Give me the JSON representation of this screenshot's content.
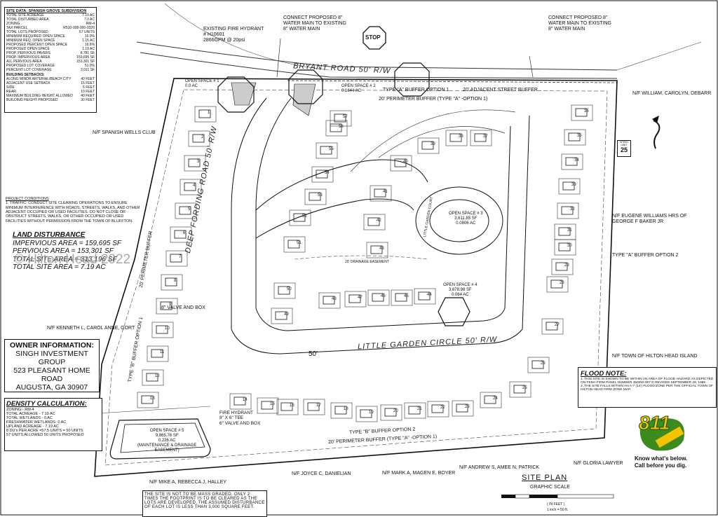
{
  "site_data": {
    "title": "SITE DATA: SPANISH GROVE SUBDIVISION",
    "rows": [
      [
        "TOTAL SITE ACREAGE",
        "7.19 AC"
      ],
      [
        "TOTAL DISTURBED AREA",
        "7.0 AC"
      ],
      [
        "ZONING",
        "RM-4"
      ],
      [
        "TAX PARCEL",
        "R510-008-000-0326"
      ],
      [
        "TOTAL LOTS PROPOSED",
        "57 UNITS"
      ],
      [
        "MINIMUM REQUIRED OPEN SPACE",
        "16.0%"
      ],
      [
        "MINIMUM REQ. OPEN SPACE",
        "1.15 AC"
      ],
      [
        "PROPOSED PERCENT OPEN SPACE",
        "16.6%"
      ],
      [
        "PROPOSED OPEN SPACE",
        "1.19 AC"
      ],
      [
        "PROP. PERVIOUS PAVERS",
        "8,781 SF"
      ],
      [
        "PROP. IMPERVIOUS AREA",
        "159,695 SF"
      ],
      [
        "ALL PERVIOUS AREA",
        "153,301 SF"
      ],
      [
        "PROPOSED LOT COVERAGE",
        "51.0%"
      ],
      [
        "PERCENT LOT COVERAGE",
        "2,011 SF"
      ]
    ],
    "setback_title": "BUILDING SETBACKS:",
    "setbacks": [
      [
        "ALONG MINOR ARTERIAL/BEACH CITY",
        "40 FEET"
      ],
      [
        "ADJACENT USE SETBACK",
        "15 FEET"
      ],
      [
        "SIDE",
        "5 FEET"
      ],
      [
        "REAR",
        "10 FEET"
      ],
      [
        "MAXIMUM BUILDING HEIGHT ALLOWED",
        "40 FEET"
      ],
      [
        "BUILDING HEIGHT PROPOSED",
        "30 FEET"
      ]
    ]
  },
  "land_disturbance": {
    "title": "LAND DISTURBANCE",
    "impervious": "IMPERVIOUS AREA = 159,695 SF",
    "pervious": "PERVIOUS AREA  = 153,301 SF",
    "total_sf": "TOTAL SITE AREA = 313,196 SF",
    "total_ac": "TOTAL SITE AREA = 7.19 AC",
    "watermark": "© Hilton Head 2022"
  },
  "owner_info": {
    "title": "OWNER INFORMATION:",
    "name": "SINGH INVESTMENT GROUP",
    "address": "523 PLEASANT HOME ROAD",
    "city": "AUGUSTA, GA 30907"
  },
  "density": {
    "title": "DENSITY CALCULATION:",
    "lines": [
      "ZONING:- RM-4",
      "TOTAL ACREAGE - 7.19 AC",
      "TOTAL WETLANDS - 0 AC",
      "FRESHWATER WETLANDS- 0 AC",
      "UPLAND ACREAGE - 7.19 AC",
      "8 DU's PER ACRE =57.5 UNITS = 50 UNITS",
      "57 UNITS ALLOWED 50 UNITS PROPOSED"
    ]
  },
  "project_conditions": {
    "title": "PROJECT CONDITIONS",
    "lines": [
      "1. TRAFFIC: CONDUCT SITE CLEARING OPERATIONS TO ENSURE",
      "MINIMUM INTERFERENCE WITH ROADS, STREETS, WALKS, AND OTHER",
      "ADJACENT OCCUPIED OR USED FACILITIES. DO NOT CLOSE OR",
      "OBSTRUCT STREETS, WALKS, OR OTHER OCCUPIED OR USED",
      "FACILITIES WITHOUT PERMISSION FROM THE TOWN OF BLUFFTON."
    ]
  },
  "flood_note": {
    "title": "FLOOD NOTE:",
    "lines": [
      "1. THIS SITE IS SHOWN TO BE WITHIN AN AREA OF FLOOD HAZARD AS DEPICTED",
      "ON FEMA FIRM PANEL NUMBER 450250 007 D REVISED SEPTEMBER 29, 1986",
      "2. THE SITE FALLS WITHIN AN A-7 (14') FLOOD ZONE PER THE OFFICIAL TOWN OF",
      "HILTON HEAD FIRM ZONE MAP."
    ]
  },
  "mass_grading_note": "THE SITE IS NOT TO BE MASS GRADED. ONLY 2 TIMES THE FOOTPRINT IS TO BE CLEARED AS THE LOTS ARE DEVELOPED. THE ASSUMED DISTURBANCE OF EACH LOT IS LESS THAN 3,000 SQUARE FEET.",
  "callouts": {
    "hydrant": [
      "EXISTING FIRE HYDRANT",
      "# H10601",
      "2866GPM @ 20psi"
    ],
    "water_left": [
      "CONNECT PROPOSED 8\"",
      "WATER MAIN TO EXISTING",
      "8\" WATER MAIN"
    ],
    "water_right": [
      "CONNECT PROPOSED 8\"",
      "WATER MAIN TO EXISTING",
      "8\" WATER MAIN"
    ],
    "stop": "STOP",
    "speed_limit_top": "SPEED LIMIT",
    "speed_limit_num": "25",
    "type_a_buffer": "TYPE \"A\" BUFFER OPTION 2",
    "valve_box": "8\" VALVE AND BOX",
    "hydrant_bottom": [
      "FIRE HYDRANT",
      "8\" X 6\" TEE",
      "6\" VALVE AND BOX"
    ],
    "open_space_5": [
      "OPEN SPACE # 5",
      "9,865.76 SF",
      "0.226 AC",
      "(MAINTENANCE & DRAINAGE",
      "EASEMENT)"
    ]
  },
  "roads": {
    "bryant": "BRYANT ROAD 50' R/W",
    "deep_fording": "DEEP FORDING ROAD 50' R/W",
    "little_garden": "LITTLE GARDEN CIRCLE 50' R/W",
    "little_garden_court": "LITTLE GARDEN COURT",
    "dim_50": "50'"
  },
  "buffers": {
    "top1": "TYPE \"A\" BUFFER OPTION 1",
    "top_adjacent": "20' ADJACENT STREET BUFFER",
    "top_perimeter": "20' PERIMETER BUFFER (TYPE \"A\" -OPTION 1)",
    "left_typeb": "TYPE \"B\" BUFFER OPTION 1",
    "left_perimeter": "20' PERIMETER BUFFER",
    "bottom_typeb": "TYPE \"B\" BUFFER OPTION 2",
    "bottom_perimeter": "20' PERIMETER BUFFER (TYPE \"A\" -OPTION 1)",
    "drainage": "20' DRAINAGE EASEMENT"
  },
  "open_spaces": {
    "os1": [
      "OPEN SPACE # 1",
      "0.0 AC"
    ],
    "os2": [
      "OPEN SPACE # 2",
      "0.1644 AC"
    ],
    "os3": [
      "OPEN SPACE # 3",
      "3,611.85 SF",
      "0.0806 AC"
    ],
    "os4": [
      "OPEN SPACE # 4",
      "3,678.98 SF",
      "0.084 AC"
    ]
  },
  "neighbors": {
    "spanish_wells": "N/F SPANISH WELLS CLUB",
    "william": "N/F WILLIAM, CAROLYN, DEBARR",
    "eugene": [
      "N/F EUGENE WILLIAMS HRS OF",
      "GEORGE F BAKER JR"
    ],
    "gort": "N/F  KENNETH L, CAROL ANNE, GORT",
    "hilton_head": "N/F TOWN OF HILTON HEAD ISLAND",
    "halley": "N/F MIKE A, REBECCA J, HALLEY",
    "danielian": "N/F JOYCE C, DANIELIAN",
    "boyer": "N/F MARK A, MAGEN E, BOYER",
    "patrick": "N/F ANDREW S, AMEE N, PATRICK",
    "lawyer": "N/F GLORIA  LAWYER"
  },
  "lots": [
    "1",
    "2",
    "3",
    "4",
    "5",
    "6",
    "7",
    "8",
    "9",
    "10",
    "11",
    "12",
    "13",
    "14",
    "15",
    "16",
    "17",
    "18",
    "19",
    "20",
    "21",
    "22",
    "23",
    "24",
    "25",
    "26",
    "27",
    "28",
    "29",
    "30",
    "31",
    "32",
    "33",
    "34",
    "35",
    "36",
    "37",
    "38",
    "39",
    "40",
    "41",
    "42",
    "43",
    "44",
    "45",
    "46",
    "47",
    "48",
    "49",
    "50",
    "51",
    "52",
    "53",
    "54",
    "55",
    "56",
    "57"
  ],
  "site_plan": {
    "title": "SITE PLAN",
    "scale_title": "GRAPHIC SCALE",
    "scale_unit": "( IN FEET )",
    "scale_ratio": "1 inch = 50 ft."
  },
  "logo_811": {
    "number": "811",
    "line1": "Know what's below.",
    "line2": "Call before you dig."
  },
  "colors": {
    "ink": "#111111",
    "logo_green": "#3d8b1e",
    "logo_yellow": "#f5c400",
    "watermark": "#9a9a9a"
  }
}
